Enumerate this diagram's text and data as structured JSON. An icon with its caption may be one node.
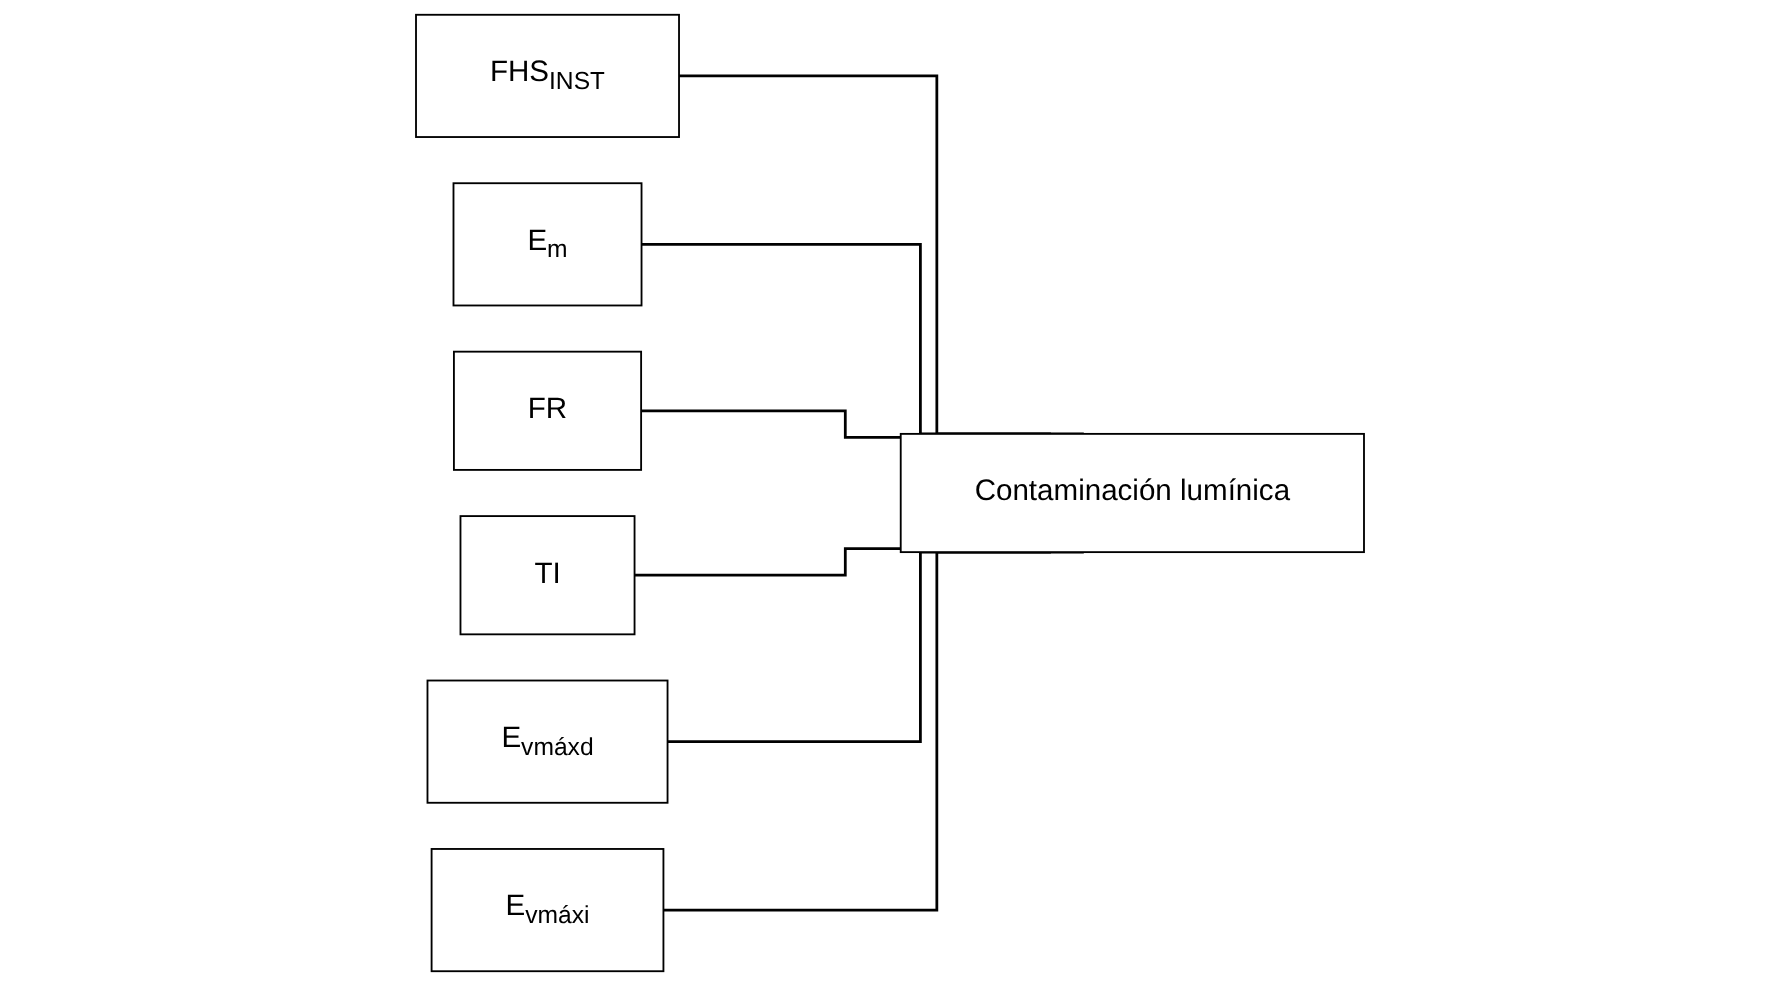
{
  "diagram": {
    "nodes": [
      {
        "text": [
          "FHS$_{INST}$"
        ]
      },
      {
        "text": [
          "E$_{m}$"
        ]
      },
      {
        "text": [
          "FR"
        ]
      },
      {
        "text": [
          "TI"
        ]
      },
      {
        "text": [
          "E$_{vmáxd}$"
        ]
      },
      {
        "text": [
          "E$_{vmáxi}$"
        ]
      },
      {
        "text": [
          "Contaminación lumínica"
        ]
      }
    ],
    "edges": [
      {
        "from": 0,
        "to": 6,
        "arrow": "none"
      },
      {
        "from": 1,
        "to": 6,
        "arrow": "none"
      },
      {
        "from": 2,
        "to": 6,
        "arrow": "none"
      },
      {
        "from": 3,
        "to": 6,
        "arrow": "none"
      },
      {
        "from": 4,
        "to": 6,
        "arrow": "none"
      },
      {
        "from": 5,
        "to": 6,
        "arrow": "none"
      }
    ]
  }
}
